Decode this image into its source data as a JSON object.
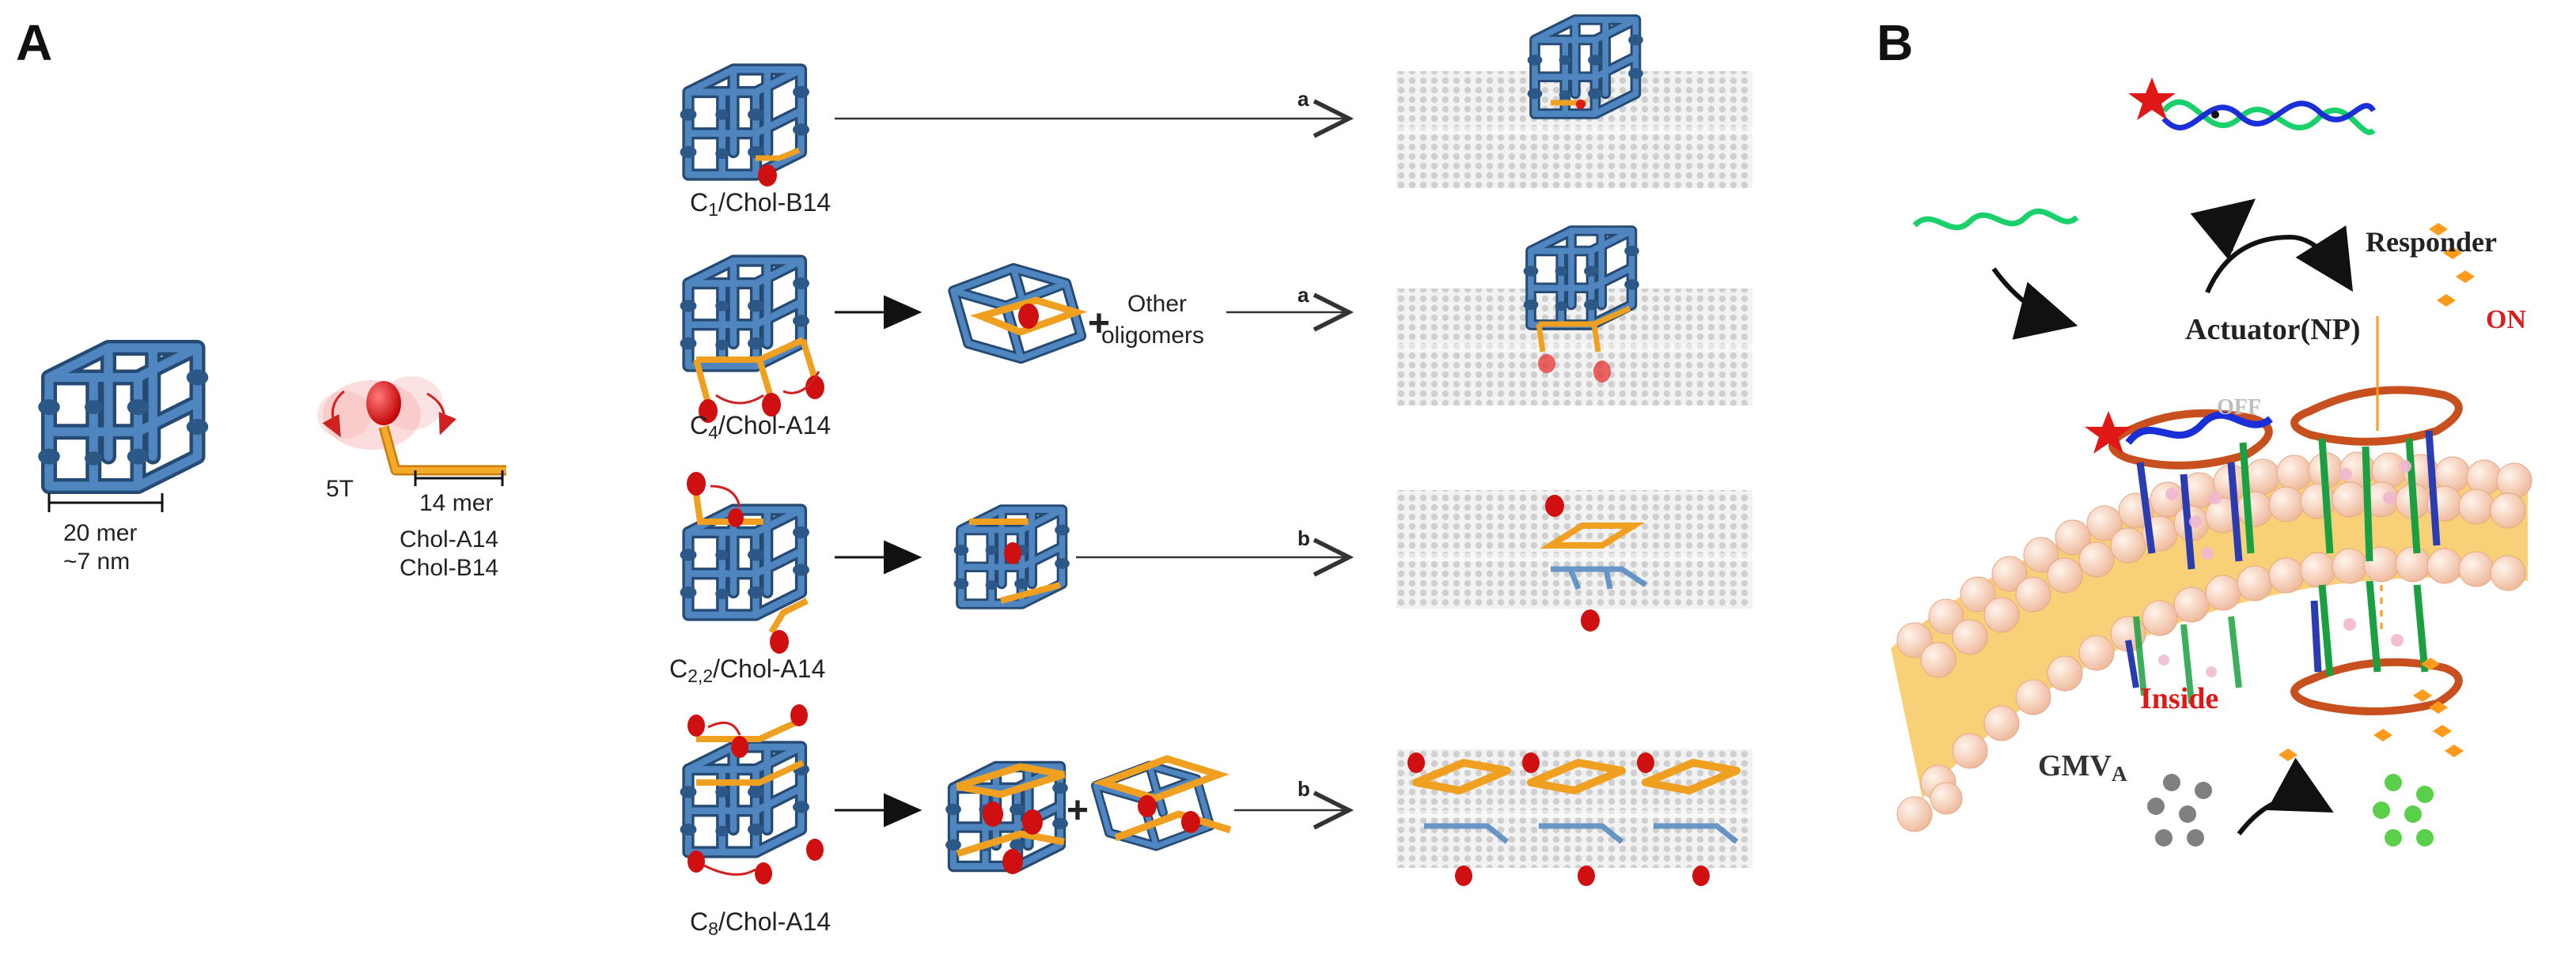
{
  "panel_labels": {
    "a": "A",
    "b": "B"
  },
  "panel_a": {
    "cube_scale": {
      "line1": "20 mer",
      "line2": "~7 nm"
    },
    "chol_strand": {
      "spacer": "5T",
      "length": "14 mer",
      "name1": "Chol-A14",
      "name2": "Chol-B14"
    },
    "rows": [
      {
        "name": "C1",
        "suffix": "/Chol-B14",
        "pathway": "a"
      },
      {
        "name": "C4",
        "suffix": "/Chol-A14",
        "pathway": "a",
        "product_text_1": "Other",
        "product_text_2": "oligomers"
      },
      {
        "name": "C2,2",
        "suffix": "/Chol-A14",
        "pathway": "b"
      },
      {
        "name": "C8",
        "suffix": "/Chol-A14",
        "pathway": "b"
      }
    ],
    "row_names_plain": {
      "r0_sub": "1",
      "r1_sub": "4",
      "r2_sub": "2,2",
      "r3_sub": "8"
    },
    "plus_sign": "+",
    "colors": {
      "cube": "#3a6a9e",
      "cube_dark": "#254a73",
      "chol": "#f0a020",
      "chol_head": "#e01818",
      "membrane": "#d4d4d4"
    }
  },
  "panel_b": {
    "actuator": "Actuator(NP)",
    "responder": "Responder",
    "on": "ON",
    "off": "OFF",
    "inside": "Inside",
    "gmv": "GMV",
    "gmv_sub": "A",
    "colors": {
      "helix_blue": "#1a2fd8",
      "helix_green": "#19d06a",
      "star": "#e01818",
      "lipid": "#f8cfb4",
      "tail": "#f2b01c",
      "ring": "#c8501e",
      "cargo": "#ff9a1a",
      "dots_grey": "#808080",
      "dots_green": "#5ad04a"
    }
  }
}
